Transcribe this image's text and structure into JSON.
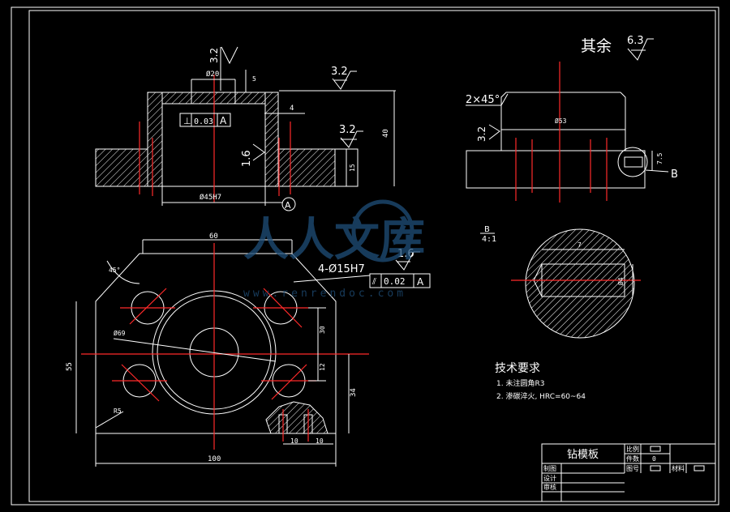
{
  "roughness_general": {
    "label": "其余",
    "value": "6.3"
  },
  "top_view": {
    "roughness_top": "3.2",
    "roughness_upper": "3.2",
    "roughness_right": "3.2",
    "roughness_left": "1.6",
    "dim_inner_top": "Ø20",
    "dim_5": "5",
    "dim_4": "4",
    "dim_height": "40",
    "dim_15": "15",
    "dim_bore": "Ø45H7",
    "tolerance_symbol": "⊥",
    "tolerance_value": "0.03",
    "tolerance_datum": "A",
    "datum_label": "A"
  },
  "side_view": {
    "chamfer": "2×45°",
    "roughness": "3.2",
    "dim_width": "Ø53",
    "dim_7_5": "7.5",
    "detail_label": "B"
  },
  "detail_view": {
    "label": "B",
    "scale": "4:1",
    "dim_7": "7",
    "dim_4": "Ø4"
  },
  "plan_view": {
    "dim_60": "60",
    "dim_45deg": "45°",
    "holes_callout": "4-Ø15H7",
    "roughness": "1.6",
    "tolerance_symbol": "⫽",
    "tolerance_value": "0.02",
    "tolerance_datum": "A",
    "dim_d69": "Ø69",
    "dim_30": "30",
    "dim_12": "12",
    "dim_R5": "R5",
    "dim_55": "55",
    "dim_34": "34",
    "dim_10a": "10",
    "dim_10b": "10",
    "dim_100": "100"
  },
  "tech_requirements": {
    "title": "技术要求",
    "item1": "1. 未注圆角R3",
    "item2": "2. 渗碳淬火, HRC=60~64"
  },
  "title_block": {
    "part_name": "钻模板",
    "scale_label": "比例",
    "count_label": "件数",
    "count_value": "0",
    "drawing_no_label": "图号",
    "material_label": "材料",
    "drawn_label": "制图",
    "design_label": "设计",
    "review_label": "审核"
  },
  "watermark": {
    "main": "人人文库",
    "url": "www.renrendoc.com"
  }
}
